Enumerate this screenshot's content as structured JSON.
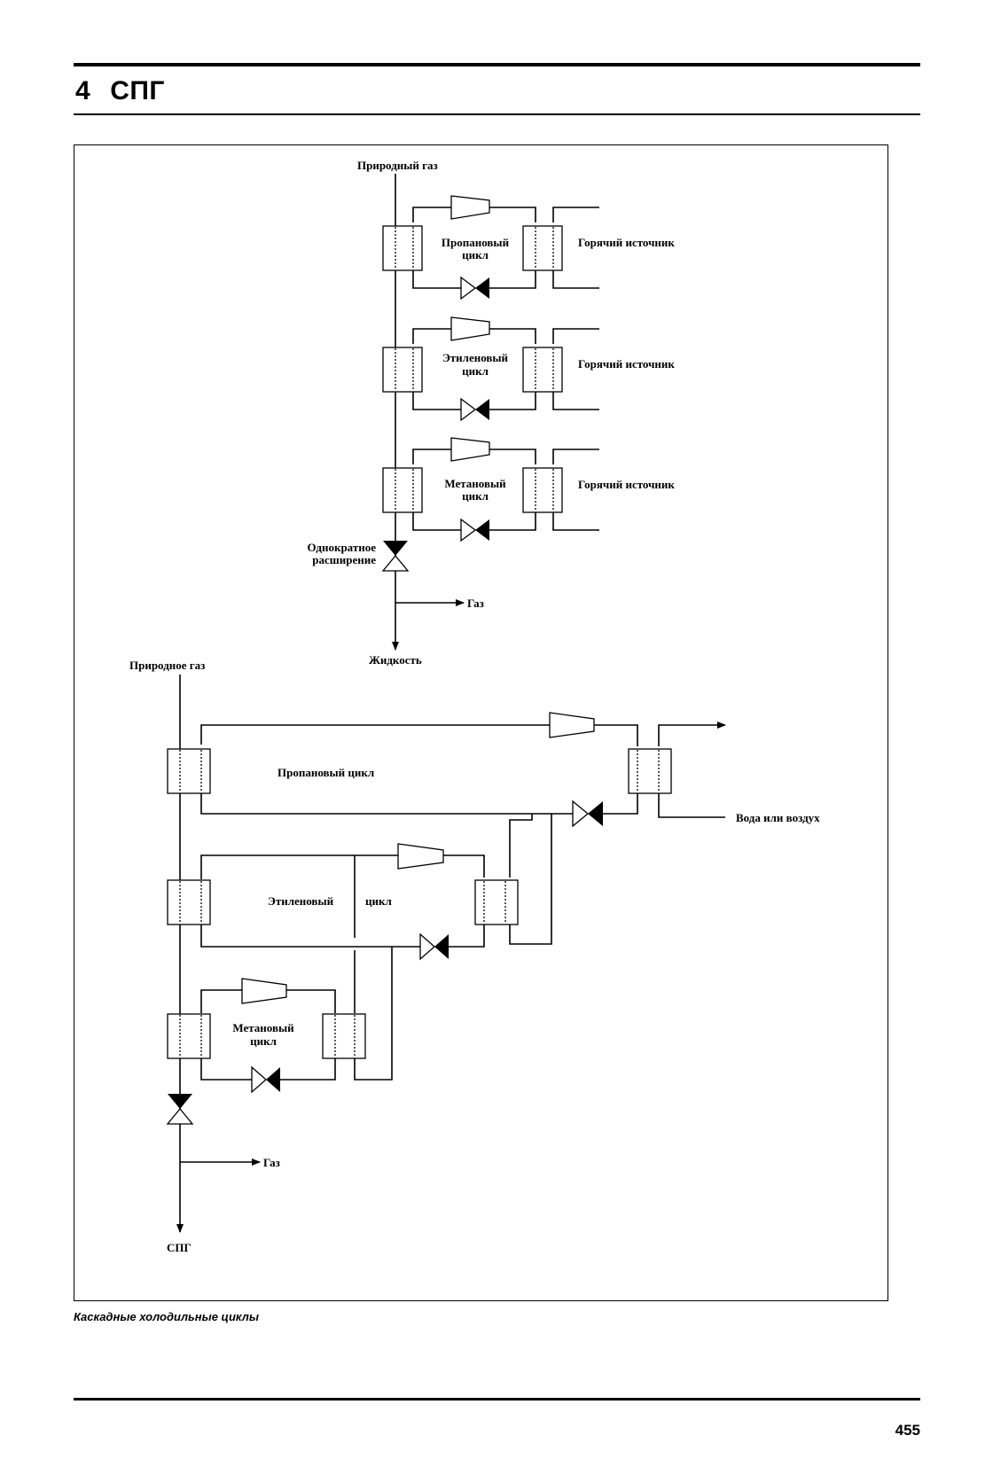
{
  "header": {
    "chapter_number": "4",
    "chapter_title": "СПГ"
  },
  "figure": {
    "caption": "Каскадные холодильные циклы",
    "top_diagram": {
      "inlet": "Природный газ",
      "stages": [
        {
          "cycle": "Пропановый цикл",
          "line1": "Пропановый",
          "line2": "цикл",
          "sink": "Горячий источник"
        },
        {
          "cycle": "Этиленовый цикл",
          "line1": "Этиленовый",
          "line2": "цикл",
          "sink": "Горячий источник"
        },
        {
          "cycle": "Метановый цикл",
          "line1": "Метановый",
          "line2": "цикл",
          "sink": "Горячий источник"
        }
      ],
      "expansion_line1": "Однократное",
      "expansion_line2": "расширение",
      "gas_out": "Газ",
      "liquid_out": "Жидкость"
    },
    "bottom_diagram": {
      "inlet": "Природное газ",
      "propane": "Пропановый цикл",
      "ethylene_a": "Этиленовый",
      "ethylene_b": "цикл",
      "methane_line1": "Метановый",
      "methane_line2": "цикл",
      "sink": "Вода или воздух",
      "gas_out": "Газ",
      "product": "СПГ"
    }
  },
  "page_number": "455"
}
